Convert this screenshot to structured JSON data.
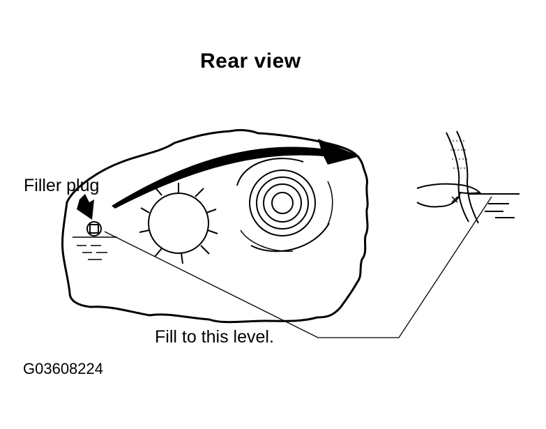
{
  "title": "Rear view",
  "labels": {
    "filler_plug": "Filler plug",
    "fill_level": "Fill to this level.",
    "figure_code": "G03608224"
  }
}
